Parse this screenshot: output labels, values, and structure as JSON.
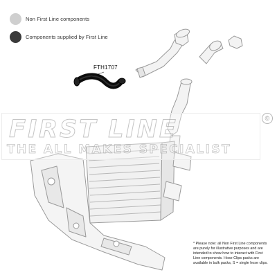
{
  "colors": {
    "non_first_line": "#cfcfcf",
    "first_line": "#3a3a3a",
    "hose_black": "#0c0c0c",
    "part_outline": "#9a9a9a",
    "part_fill": "#f2f2f2",
    "watermark": "#9a9a9a"
  },
  "legend": {
    "items": [
      {
        "label": "Non First Line components",
        "swatch": "light-grey-circle"
      },
      {
        "label": "Components supplied by First Line",
        "swatch": "dark-grey-circle"
      }
    ]
  },
  "diagram": {
    "part_number": "FTH1707"
  },
  "watermark": {
    "title": "FIRST LINE",
    "subtitle": "THE ALL MAKES SPECIALIST",
    "copyright": "©"
  },
  "footnote": "* Please note: all Non First Line components are purely for illustrative purposes and are intended to show how to interact with First Line components. Hose Clips packs are available in bulk packs, S = single hose clips."
}
